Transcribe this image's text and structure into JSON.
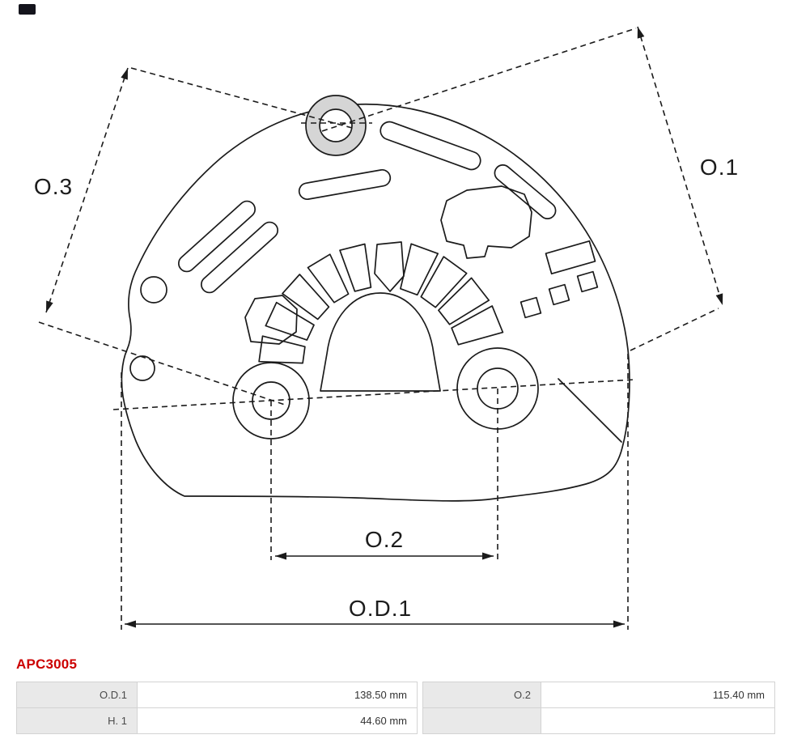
{
  "header": {
    "artifact": ""
  },
  "drawing": {
    "labels": {
      "o3": "O.3",
      "o1": "O.1",
      "o2": "O.2",
      "od1": "O.D.1"
    }
  },
  "product": {
    "code": "APC3005"
  },
  "spec_table": {
    "rows": [
      {
        "cells": [
          {
            "label": "O.D.1",
            "value": "138.50 mm"
          },
          {
            "label": "O.2",
            "value": "115.40 mm"
          }
        ]
      },
      {
        "cells": [
          {
            "label": "H. 1",
            "value": "44.60 mm"
          },
          {
            "label": "",
            "value": ""
          }
        ]
      }
    ]
  },
  "colors": {
    "line": "#1b1b1b",
    "boss_fill": "#d5d5d5",
    "part_number_red": "#cc0000",
    "table_label_bg": "#e9e9e9",
    "table_border": "#d3d3d3"
  }
}
